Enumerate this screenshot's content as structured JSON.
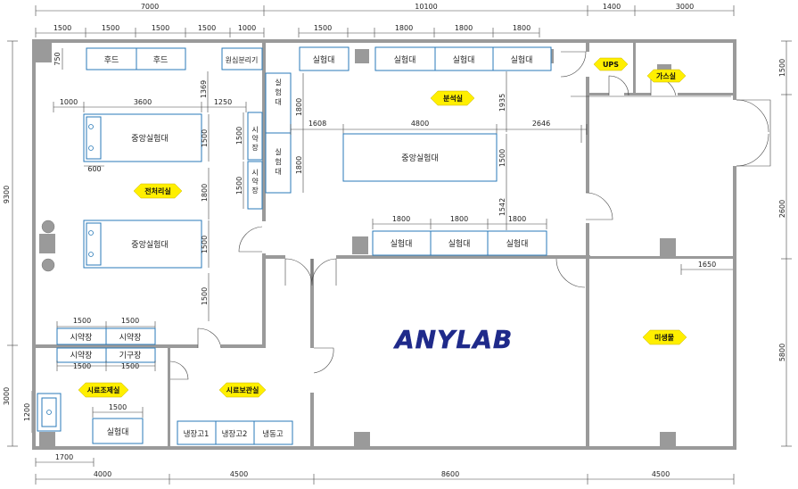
{
  "dimensions": {
    "top": [
      "7000",
      "10100",
      "1400",
      "3000"
    ],
    "top_sub_left": [
      "1500",
      "1500",
      "1500",
      "1500",
      "1000"
    ],
    "top_sub_mid": [
      "1500",
      "1800",
      "1800",
      "1800"
    ],
    "bottom": [
      "4000",
      "4500",
      "8600",
      "4500"
    ],
    "bottom_sub": "1700",
    "left": [
      "9300",
      "3000"
    ],
    "left_sub": "1200",
    "right": [
      "1500",
      "2600",
      "5800"
    ],
    "inner": {
      "d750": "750",
      "d1000": "1000",
      "d3600": "3600",
      "d1250": "1250",
      "d1369": "1369",
      "d600": "600",
      "d1500a": "1500",
      "d1800a": "1800",
      "d1500b": "1500",
      "d1500c": "1500",
      "d1500_cab1": "1500",
      "d1500_cab2": "1500",
      "d1800_s1": "1800",
      "d1800_s2": "1800",
      "d1608": "1608",
      "d4800": "4800",
      "d2646": "2646",
      "d1935": "1935",
      "d1500_mid": "1500",
      "d1542": "1542",
      "d1800_b1": "1800",
      "d1800_b2": "1800",
      "d1800_b3": "1800",
      "d1650": "1650",
      "d1500_s1": "1500",
      "d1500_s2": "1500",
      "d1500_s3": "1500",
      "d1500_s4": "1500",
      "d1500_bench": "1500"
    }
  },
  "rooms": {
    "pretreatment": "전처리실",
    "analysis": "분석실",
    "ups": "UPS",
    "gas": "가스실",
    "sample_prep": "시료조제실",
    "sample_storage": "시료보관실",
    "microbe": "미생물"
  },
  "furniture": {
    "hood1": "후드",
    "hood2": "후드",
    "centrifuge": "원심분리기",
    "center_bench1": "중앙실험대",
    "center_bench2": "중앙실험대",
    "reagent_v1": "시약장",
    "reagent_v2": "시약장",
    "bench_v1": "실험대",
    "bench_v2": "실험대",
    "bench_top_a": "실험대",
    "bench_top_b1": "실험대",
    "bench_top_b2": "실험대",
    "bench_top_b3": "실험대",
    "center_bench3": "중앙실험대",
    "bench_bot1": "실험대",
    "bench_bot2": "실험대",
    "bench_bot3": "실험대",
    "reagent_h1": "시약장",
    "reagent_h2": "시약장",
    "reagent_h3": "시약장",
    "tool_cabinet": "기구장",
    "bench_prep": "실험대",
    "fridge1": "냉장고1",
    "fridge2": "냉장고2",
    "freezer": "냉동고"
  },
  "logo": {
    "text": "ANYLAB",
    "color_any": "#1f2a8a",
    "color_lab": "#1f2a8a"
  },
  "colors": {
    "furniture_stroke": "#2a7ab8",
    "wall": "#9a9a9a",
    "tag_fill": "#ffef00"
  }
}
